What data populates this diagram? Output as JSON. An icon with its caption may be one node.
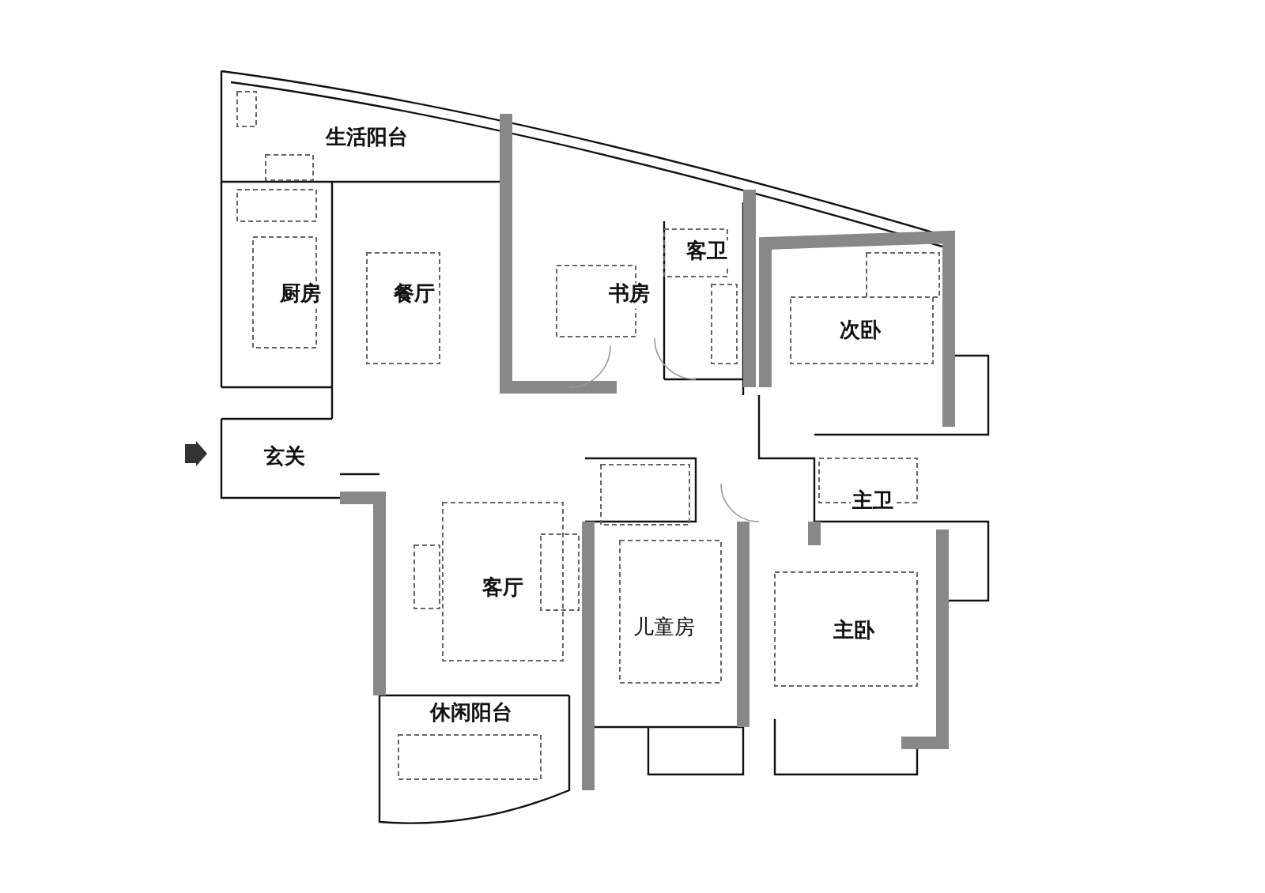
{
  "diagram": {
    "labels": [
      "生活阳台",
      "厨房",
      "餐厅",
      "书房",
      "客卫",
      "次卧",
      "玄关",
      "主卫",
      "客厅",
      "儿童房",
      "主卧",
      "休闲阳台"
    ]
  }
}
